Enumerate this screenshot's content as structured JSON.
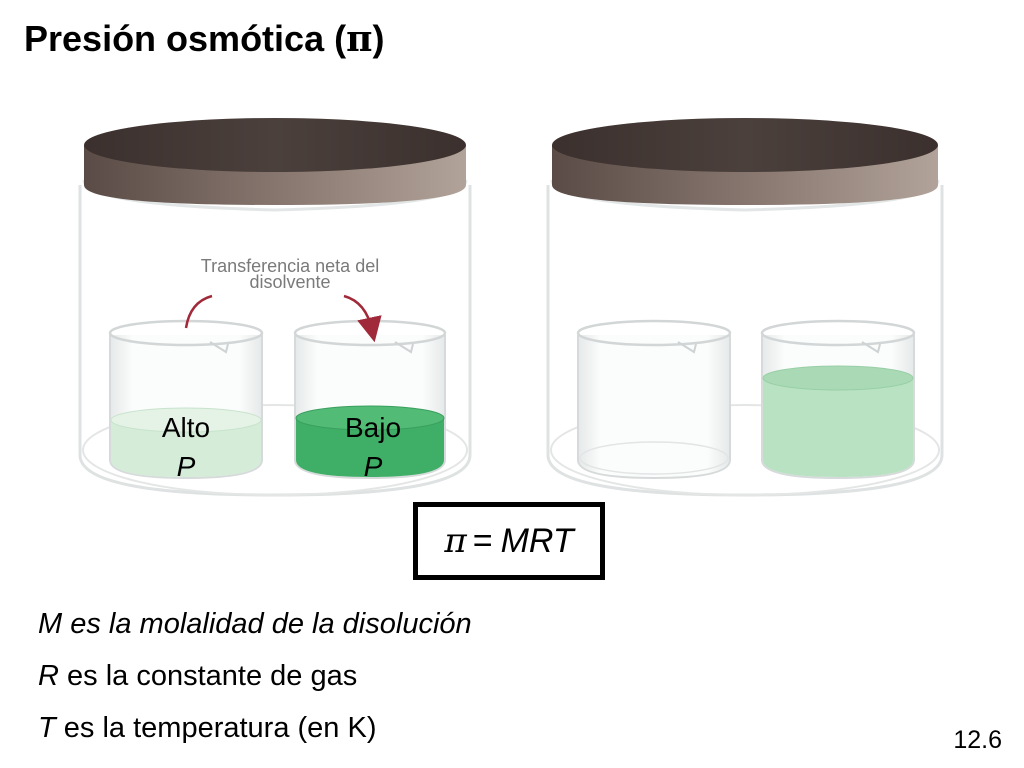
{
  "title": {
    "text": "Presión osmótica (",
    "symbol": "π",
    "close": ")"
  },
  "diagram": {
    "arrow_label_line1": "Transferencia neta del",
    "arrow_label_line2": "disolvente",
    "left_beaker_label": "Alto",
    "left_beaker_var": "P",
    "right_beaker_label": "Bajo",
    "right_beaker_var": "P"
  },
  "formula": {
    "symbol": "π",
    "equals": "=",
    "rhs": "MRT"
  },
  "definitions": {
    "m_symbol": "M",
    "m_text": "es la molalidad de la disolución",
    "r_symbol": "R",
    "r_text": "es la constante de gas",
    "t_symbol": "T",
    "t_text": "es la temperatura (en K)"
  },
  "slide_number": "12.6",
  "colors": {
    "lid_dark": "#3f3532",
    "lid_light": "#a79890",
    "solution_light": "#cfe9d3",
    "solution_dark": "#3fae66",
    "glass_edge": "#d9dcdc",
    "arrow": "#a12a3a"
  }
}
